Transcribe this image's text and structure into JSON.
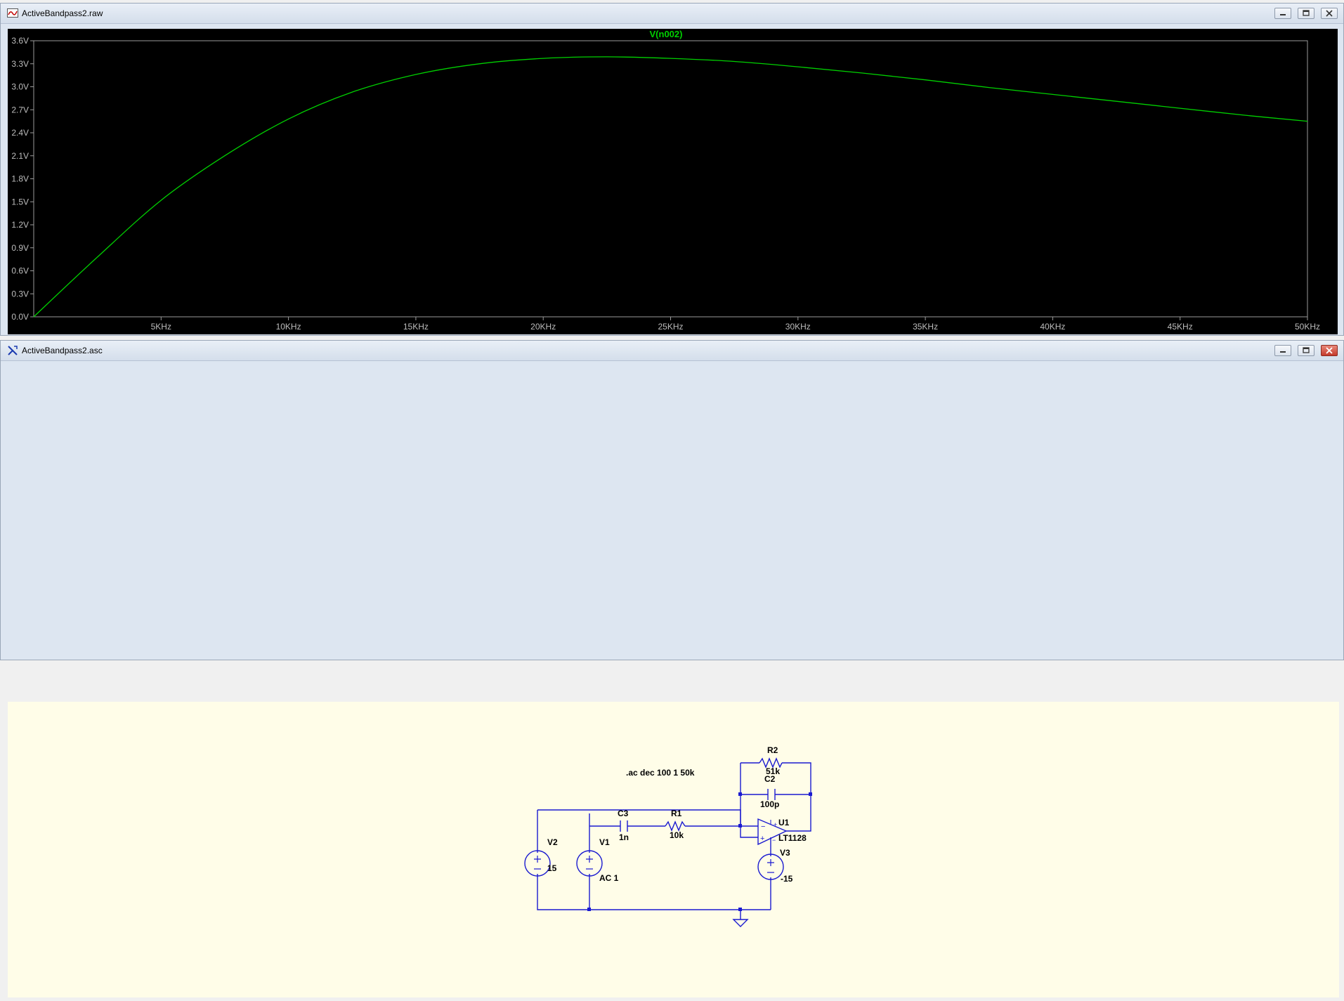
{
  "plot_window": {
    "title": "ActiveBandpass2.raw",
    "trace_label": "V(n002)",
    "trace_color": "#00d000",
    "background": "#000000"
  },
  "schematic_window": {
    "title": "ActiveBandpass2.asc",
    "background": "#fffde8",
    "wire_color": "#1a1ad0",
    "directive": ".ac dec 100 1 50k",
    "components": {
      "R2": {
        "name": "R2",
        "value": "51k"
      },
      "C2": {
        "name": "C2",
        "value": "100p"
      },
      "C3": {
        "name": "C3",
        "value": "1n"
      },
      "R1": {
        "name": "R1",
        "value": "10k"
      },
      "U1": {
        "name": "U1",
        "value": "LT1128"
      },
      "V1": {
        "name": "V1",
        "value": "AC 1"
      },
      "V2": {
        "name": "V2",
        "value": "15"
      },
      "V3": {
        "name": "V3",
        "value": "-15"
      }
    }
  },
  "window_buttons": [
    "minimize-icon",
    "maximize-icon",
    "close-icon"
  ],
  "chart_data": {
    "type": "line",
    "title": "V(n002)",
    "xlabel": "",
    "ylabel": "",
    "xlim": [
      0,
      50000
    ],
    "ylim": [
      0,
      3.6
    ],
    "x_ticks": [
      "5KHz",
      "10KHz",
      "15KHz",
      "20KHz",
      "25KHz",
      "30KHz",
      "35KHz",
      "40KHz",
      "45KHz",
      "50KHz"
    ],
    "y_ticks": [
      "0.0V",
      "0.3V",
      "0.6V",
      "0.9V",
      "1.2V",
      "1.5V",
      "1.8V",
      "2.1V",
      "2.4V",
      "2.7V",
      "3.0V",
      "3.3V",
      "3.6V"
    ],
    "grid": false,
    "series": [
      {
        "name": "V(n002)",
        "color": "#00d000",
        "x": [
          1,
          2500,
          5000,
          7500,
          10000,
          12500,
          15000,
          17500,
          20000,
          22500,
          25000,
          27500,
          30000,
          32500,
          35000,
          37500,
          40000,
          42500,
          45000,
          47500,
          50000
        ],
        "y": [
          0.0,
          0.78,
          1.52,
          2.1,
          2.58,
          2.93,
          3.16,
          3.3,
          3.37,
          3.39,
          3.37,
          3.33,
          3.26,
          3.18,
          3.09,
          2.99,
          2.9,
          2.81,
          2.72,
          2.63,
          2.55
        ]
      }
    ]
  }
}
